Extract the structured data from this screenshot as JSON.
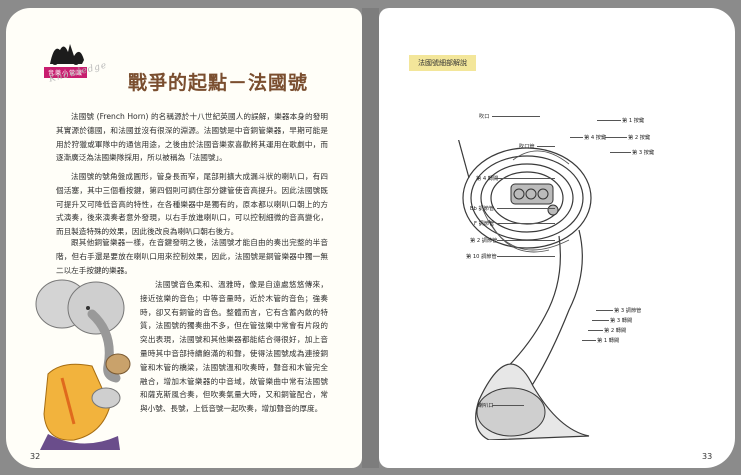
{
  "left_page": {
    "sidebar_badge": "音樂小常識",
    "knowledge_label": "Knowledge",
    "title": "戰爭的起點－法國號",
    "paragraphs": [
      "法國號 (French Horn) 的名稱源於十八世紀英國人的誤解，樂器本身的發明其實源於德國，和法國並沒有很深的淵源。法國號是中音銅管樂器，早期可能是用於狩獵或軍隊中的通信用途，之後由於法國音樂家喜歡將其運用在歌劇中，而逐漸廣泛為法國樂隊採用，所以被稱為「法國號」。",
      "法國號的號角盤成圓形，管身長而窄，尾部則擴大成漏斗狀的喇叭口，有四個活塞，其中三個看按鍵，第四個則可調住部分鍵管使音高提升。因此法國號既可提升又可降低音高的特性，在各種樂器中是獨有的，原本都以喇叭口朝上的方式演奏，後來演奏者意外發現，以右手放進喇叭口，可以控制細微的音高變化，而且製造特殊的效果，因此後改良為喇叭口朝右後方。",
      "跟其他銅管樂器一樣，在音鍵發明之後，法國號才能自由的奏出完整的半音階，但右手還是要放在喇叭口用來控制效果，因此，法國號是銅管樂器中獨一無二以左手按鍵的樂器。",
      "法國號音色柔和、溫雅時，像是自遠處悠悠傳來，接近弦樂的音色；中等音量時，近於木管的音色；強奏時，卻又有銅管的音色。整體而言，它有含蓄內斂的特質，法國號的獨奏曲不多，但在管弦樂中常會有片段的突出表現，法國號和其他樂器都能結合得很好，加上音量時其中音部持續飽滿的和聲，使得法國號成為連接銅管和木管的橋梁，法國號溫和吹奏時，聲音和木管完全融合，增加木管樂器的中音域，故管樂曲中常有法國號和薩克斯風合奏，但吹奏氣量大時，又和銅管配合，常與小號、長號，上低音號一起吹奏，增加聲音的厚度。"
    ],
    "page_number": "32"
  },
  "right_page": {
    "section_tab": "法國號細部解說",
    "labels": {
      "mouthpiece": "吹口",
      "slide_1": "第 1 按鍵",
      "slide_4": "第 4 按鍵",
      "slide_2": "第 2 按鍵",
      "mouth_tube": "吹口管",
      "slide_3": "第 3 按鍵",
      "valve_4": "第 4 轉閥",
      "bb_tuning": "Bb 調節管",
      "f_tuning": "F 調節管",
      "tuning_2": "第 2 調節管",
      "tuning_10": "第 10 調節管",
      "tuning_3": "第 3 調節管",
      "valve_3": "第 3 轉閥",
      "valve_2": "第 2 轉閥",
      "valve_1": "第 1 轉閥",
      "bell": "喇叭口"
    },
    "page_number": "33"
  }
}
